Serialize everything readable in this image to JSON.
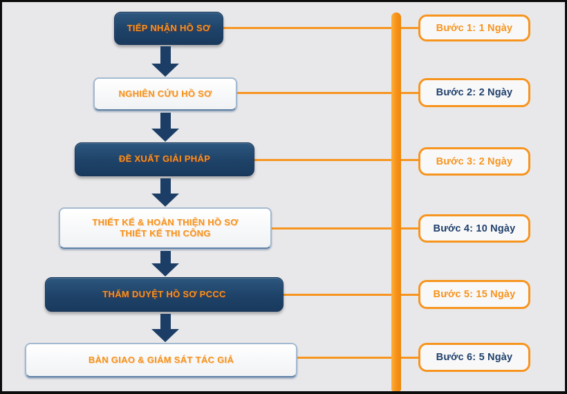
{
  "diagram": {
    "type": "process-flowchart",
    "language": "vi",
    "steps": [
      {
        "id": 1,
        "label": "TIẾP NHẬN HỒ SƠ",
        "label2": "",
        "duration": "Bước 1: 1 Ngày"
      },
      {
        "id": 2,
        "label": "NGHIÊN CỨU HỒ SƠ",
        "label2": "",
        "duration": "Bước 2: 2 Ngày"
      },
      {
        "id": 3,
        "label": "ĐỀ XUẤT GIẢI PHÁP",
        "label2": "",
        "duration": "Bước 3: 2 Ngày"
      },
      {
        "id": 4,
        "label": "THIẾT KẾ & HOÀN THIỆN HỒ SƠ",
        "label2": "THIẾT KẾ THI CÔNG",
        "duration": "Bước 4: 10 Ngày"
      },
      {
        "id": 5,
        "label": "THẨM DUYỆT HỒ SƠ PCCC",
        "label2": "",
        "duration": "Bước 5: 15 Ngày"
      },
      {
        "id": 6,
        "label": "BÀN GIAO & GIÁM SÁT TÁC GIẢ",
        "label2": "",
        "duration": "Bước 6: 5 Ngày"
      }
    ],
    "colors": {
      "accent_orange": "#f7941d",
      "navy_box": "#1e4268",
      "navy_text": "#20406b",
      "background": "#e8e8ea",
      "light_box_border": "#a3b9cf",
      "frame_border": "#0c0c0c"
    }
  }
}
